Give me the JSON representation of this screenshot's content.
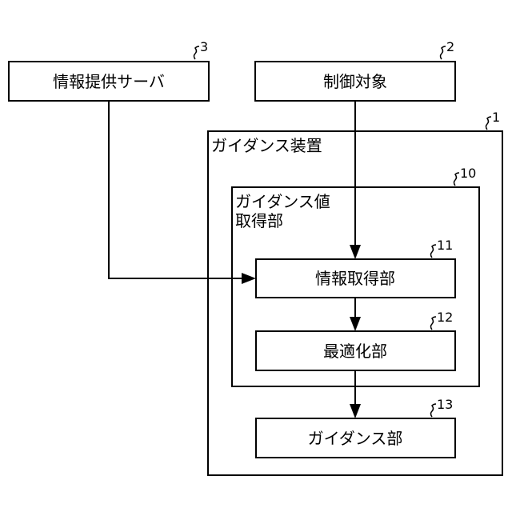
{
  "nodes": {
    "info_server": {
      "label": "情報提供サーバ",
      "ref": "3"
    },
    "control_target": {
      "label": "制御対象",
      "ref": "2"
    },
    "guidance_device": {
      "label": "ガイダンス装置",
      "ref": "1"
    },
    "guidance_value_acquisition": {
      "label_line1": "ガイダンス値",
      "label_line2": "取得部",
      "ref": "10"
    },
    "info_acquisition": {
      "label": "情報取得部",
      "ref": "11"
    },
    "optimization": {
      "label": "最適化部",
      "ref": "12"
    },
    "guidance_unit": {
      "label": "ガイダンス部",
      "ref": "13"
    }
  }
}
